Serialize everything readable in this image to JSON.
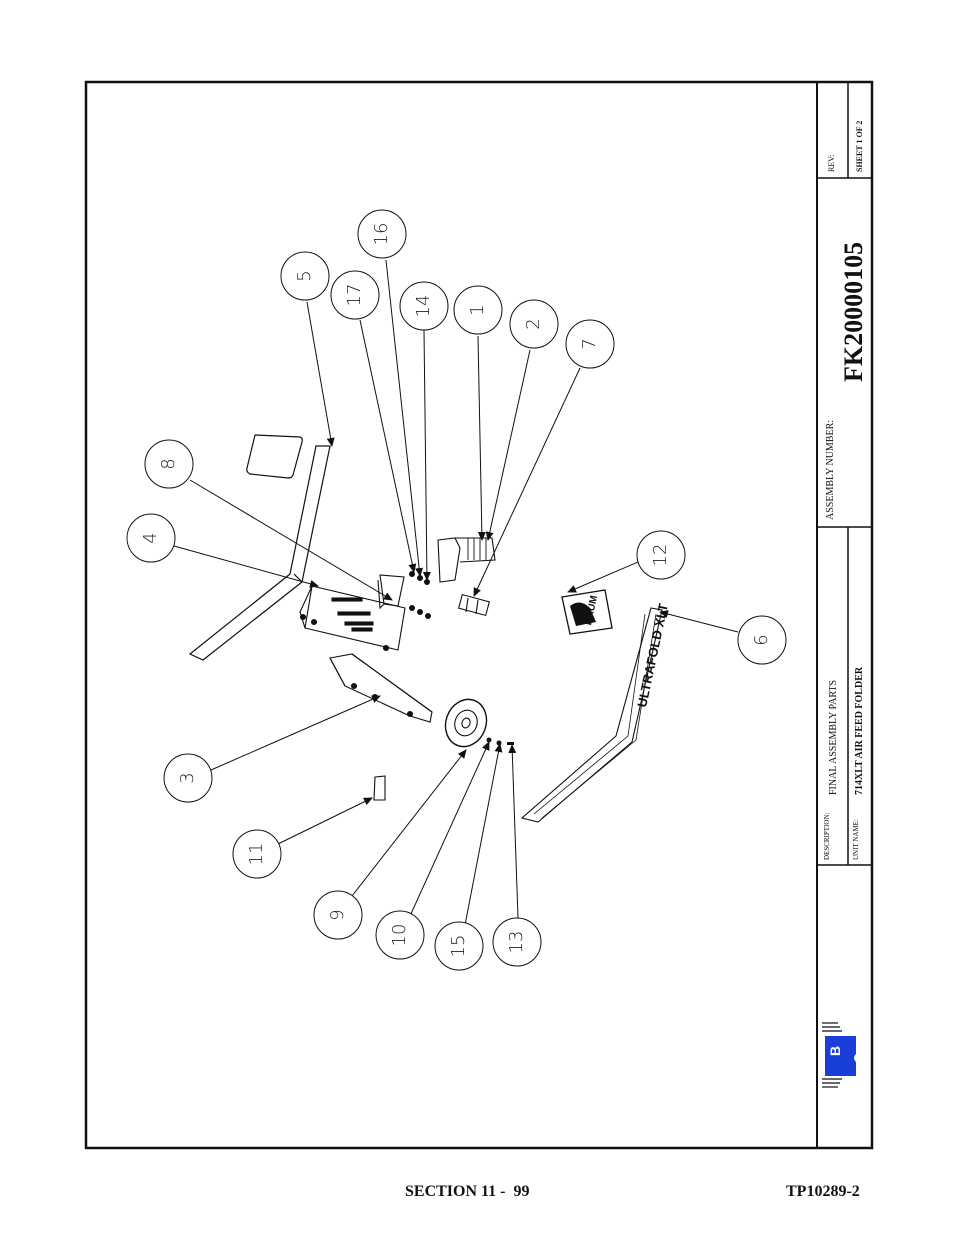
{
  "title_block": {
    "rev_label": "REV:",
    "sheet_label": "SHEET 1  OF 2",
    "assembly_number_label": "ASSEMBLY NUMBER:",
    "assembly_number": "FK20000105",
    "description_label": "DESCRIPTION:",
    "description": "FINAL ASSEMBLY PARTS",
    "unit_name_label": "UNIT NAME:",
    "unit_name": "714XLT AIR FEED FOLDER"
  },
  "callouts": [
    "5",
    "17",
    "16",
    "14",
    "1",
    "2",
    "7",
    "8",
    "4",
    "12",
    "6",
    "3",
    "11",
    "9",
    "10",
    "15",
    "13"
  ],
  "part_labels": {
    "baum": "BAUM",
    "decal": "ULTRAFOLD XLT",
    "logo_letter": "B"
  },
  "footer": {
    "section": "SECTION 11 -  99",
    "doc_number": "TP10289-2"
  }
}
